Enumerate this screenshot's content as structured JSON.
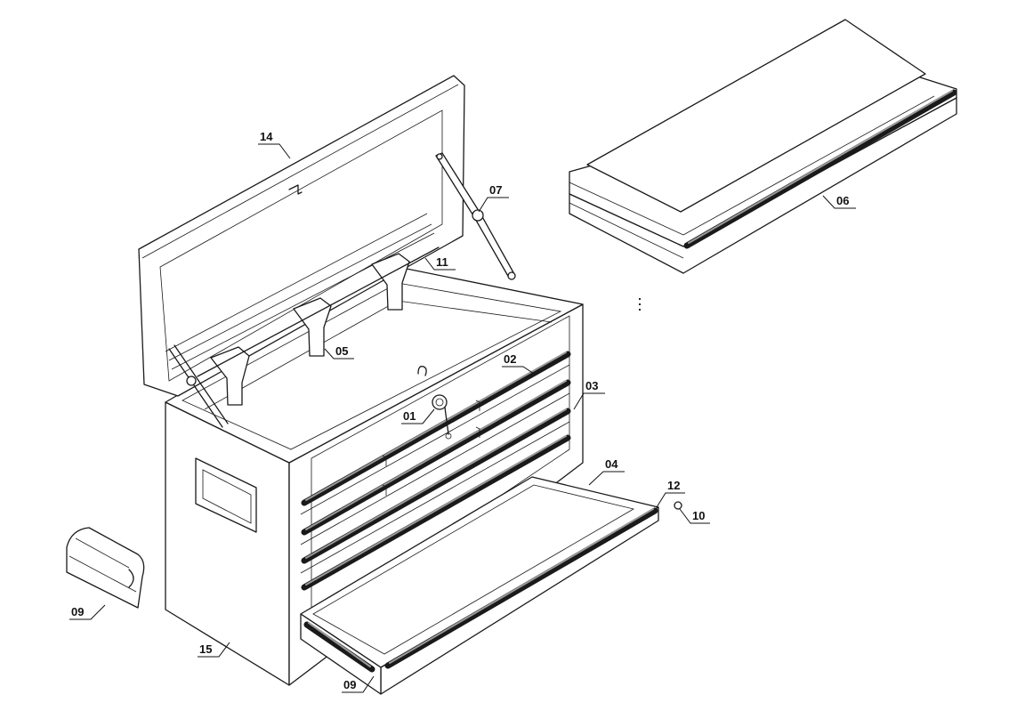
{
  "diagram": {
    "callouts": [
      {
        "id": "01",
        "label": "01"
      },
      {
        "id": "02",
        "label": "02"
      },
      {
        "id": "03",
        "label": "03"
      },
      {
        "id": "04",
        "label": "04"
      },
      {
        "id": "05",
        "label": "05"
      },
      {
        "id": "06",
        "label": "06"
      },
      {
        "id": "07",
        "label": "07"
      },
      {
        "id": "09a",
        "label": "09"
      },
      {
        "id": "09b",
        "label": "09"
      },
      {
        "id": "10",
        "label": "10"
      },
      {
        "id": "11",
        "label": "11"
      },
      {
        "id": "12",
        "label": "12"
      },
      {
        "id": "14",
        "label": "14"
      },
      {
        "id": "15",
        "label": "15"
      }
    ]
  }
}
